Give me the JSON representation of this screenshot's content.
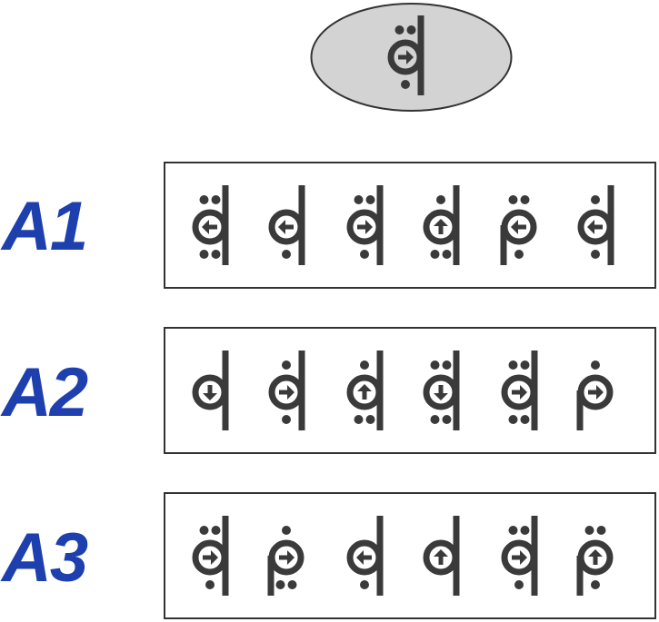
{
  "colors": {
    "glyph": "#3a3a3a",
    "ellipse_fill": "#d3d3d3",
    "ellipse_stroke": "#333333",
    "label": "#1e3fae",
    "box_border": "#333333"
  },
  "target": {
    "stem": "right",
    "arrow": "right",
    "top_dots": 2,
    "bottom_dots": 1
  },
  "rows": [
    {
      "label": "A1",
      "glyphs": [
        {
          "stem": "right",
          "arrow": "left",
          "top_dots": 2,
          "bottom_dots": 2
        },
        {
          "stem": "right",
          "arrow": "left",
          "top_dots": 0,
          "bottom_dots": 1
        },
        {
          "stem": "right",
          "arrow": "right",
          "top_dots": 2,
          "bottom_dots": 1
        },
        {
          "stem": "right",
          "arrow": "up",
          "top_dots": 1,
          "bottom_dots": 2
        },
        {
          "stem": "left",
          "arrow": "left",
          "top_dots": 2,
          "bottom_dots": 1
        },
        {
          "stem": "right",
          "arrow": "left",
          "top_dots": 1,
          "bottom_dots": 1
        }
      ]
    },
    {
      "label": "A2",
      "glyphs": [
        {
          "stem": "right",
          "arrow": "down",
          "top_dots": 0,
          "bottom_dots": 0
        },
        {
          "stem": "right",
          "arrow": "right",
          "top_dots": 1,
          "bottom_dots": 1
        },
        {
          "stem": "right",
          "arrow": "up",
          "top_dots": 1,
          "bottom_dots": 2
        },
        {
          "stem": "right",
          "arrow": "down",
          "top_dots": 2,
          "bottom_dots": 2
        },
        {
          "stem": "right",
          "arrow": "right",
          "top_dots": 2,
          "bottom_dots": 2
        },
        {
          "stem": "left",
          "arrow": "right",
          "top_dots": 1,
          "bottom_dots": 0
        }
      ]
    },
    {
      "label": "A3",
      "glyphs": [
        {
          "stem": "right",
          "arrow": "right",
          "top_dots": 2,
          "bottom_dots": 1
        },
        {
          "stem": "left",
          "arrow": "right",
          "top_dots": 1,
          "bottom_dots": 2
        },
        {
          "stem": "right",
          "arrow": "left",
          "top_dots": 0,
          "bottom_dots": 1
        },
        {
          "stem": "right",
          "arrow": "up",
          "top_dots": 0,
          "bottom_dots": 0
        },
        {
          "stem": "right",
          "arrow": "right",
          "top_dots": 2,
          "bottom_dots": 1
        },
        {
          "stem": "left",
          "arrow": "up",
          "top_dots": 2,
          "bottom_dots": 1
        }
      ]
    }
  ]
}
